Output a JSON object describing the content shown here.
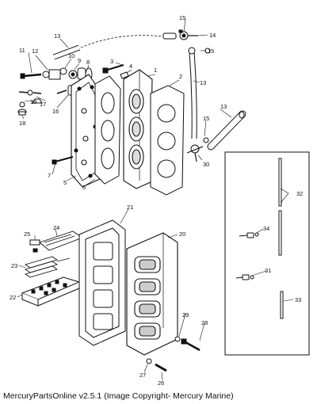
{
  "caption": "MercuryPartsOnline v2.5.1 (Image Copyright- Mercury Marine)",
  "callouts": {
    "c1": "1",
    "c2": "2",
    "c3": "3",
    "c4": "4",
    "c5": "5",
    "c6": "6",
    "c7": "7",
    "c8": "8",
    "c9": "9",
    "c10": "10",
    "c11": "11",
    "c12": "12",
    "c13a": "13",
    "c13b": "13",
    "c13c": "13",
    "c14": "14",
    "c15a": "15",
    "c15b": "15",
    "c15c": "15",
    "c16": "16",
    "c17": "17",
    "c18": "18",
    "c19": "19",
    "c20": "20",
    "c21": "21",
    "c22": "22",
    "c23": "23",
    "c24": "24",
    "c25": "25",
    "c26": "26",
    "c27": "27",
    "c28": "28",
    "c29": "29",
    "c30": "30",
    "c31": "31",
    "c32": "32",
    "c33": "33",
    "c34": "34"
  }
}
